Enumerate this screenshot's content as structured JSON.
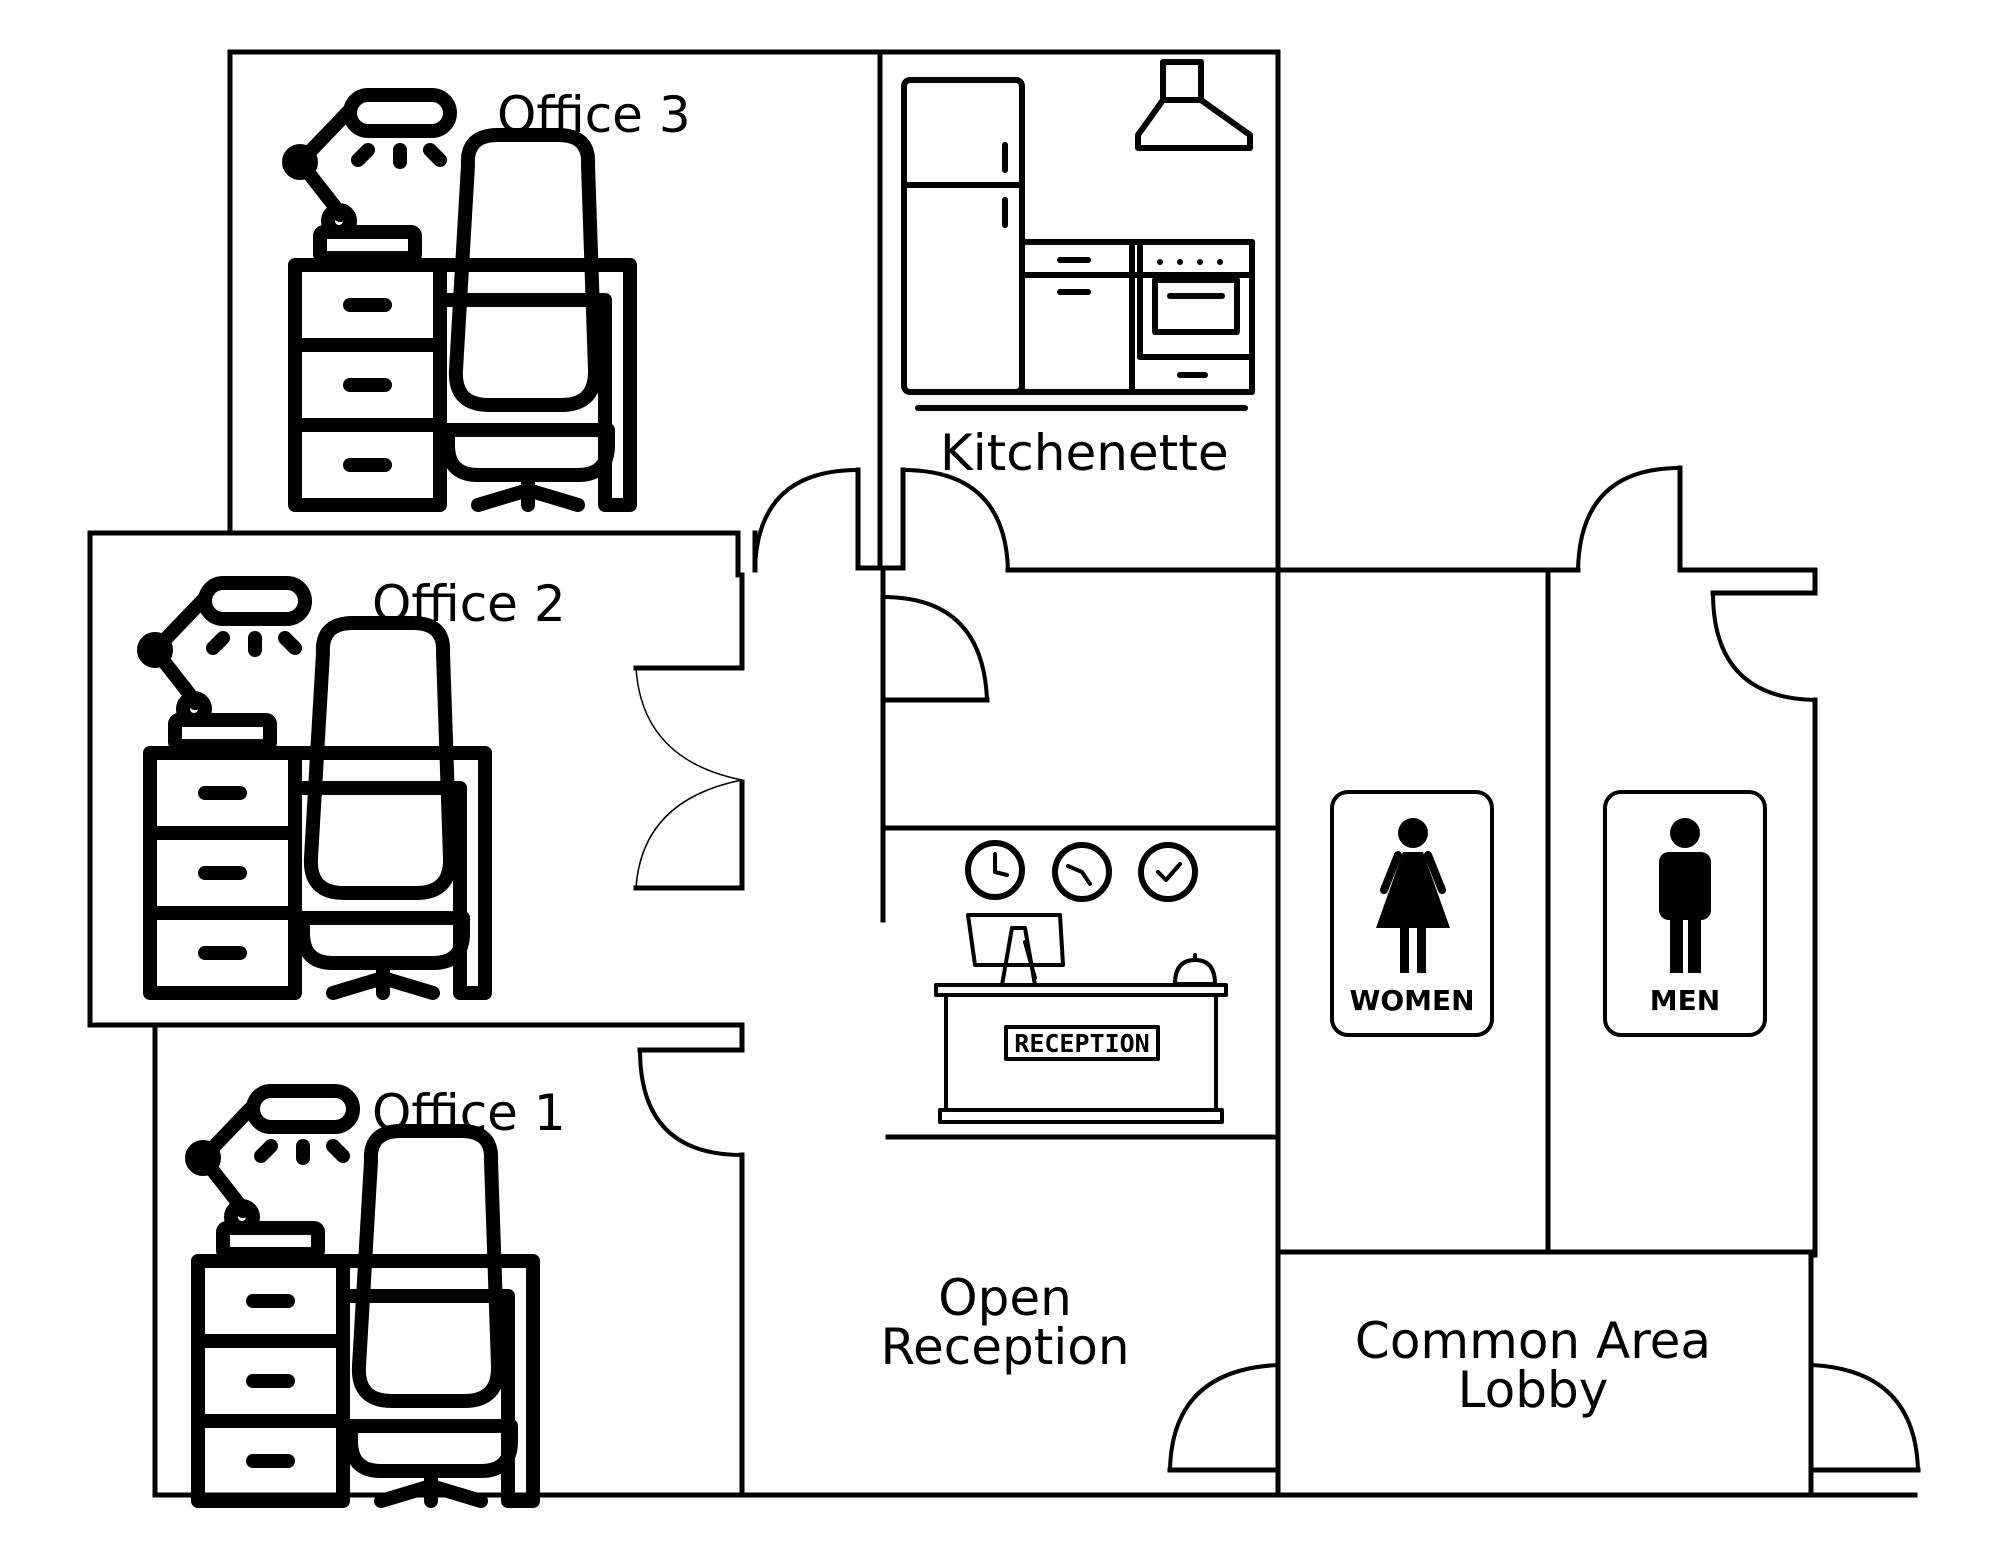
{
  "rooms": {
    "office3": "Office 3",
    "office2": "Office 2",
    "office1": "Office 1",
    "kitchenette": "Kitchenette",
    "open_reception_line1": "Open",
    "open_reception_line2": "Reception",
    "lobby_line1": "Common Area",
    "lobby_line2": "Lobby"
  },
  "signs": {
    "women": "WOMEN",
    "men": "MEN",
    "reception_desk": "RECEPTION"
  },
  "icons": [
    "desk-lamp-icon",
    "office-desk-icon",
    "office-chair-icon",
    "refrigerator-icon",
    "range-hood-icon",
    "kitchen-counter-icon",
    "oven-icon",
    "clock-icon",
    "reception-desk-icon",
    "computer-monitor-icon",
    "service-bell-icon",
    "women-restroom-icon",
    "men-restroom-icon"
  ]
}
